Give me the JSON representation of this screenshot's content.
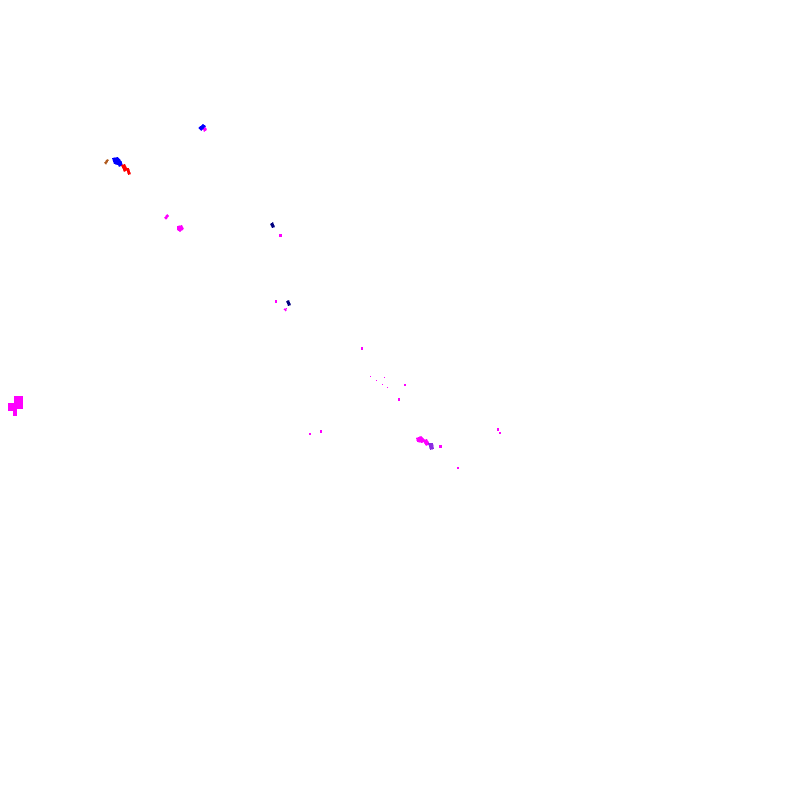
{
  "map": {
    "background": "#ffffff",
    "palette": {
      "magenta": "#ff00ff",
      "blue": "#0000ff",
      "dark_blue": "#000080",
      "red": "#ff0000",
      "brown": "#b05a1e",
      "purple": "#8a2be2"
    },
    "feature_groups": [
      {
        "name": "blue-red-cluster-north",
        "colors": [
          "blue",
          "red",
          "brown"
        ]
      },
      {
        "name": "blue-cluster-top",
        "colors": [
          "blue",
          "magenta"
        ]
      },
      {
        "name": "magenta-cluster-west",
        "colors": [
          "magenta"
        ]
      },
      {
        "name": "blue-magenta-cluster-center",
        "colors": [
          "dark_blue",
          "magenta"
        ]
      },
      {
        "name": "magenta-scatter-center",
        "colors": [
          "magenta"
        ]
      },
      {
        "name": "magenta-cluster-southeast",
        "colors": [
          "magenta",
          "purple"
        ]
      },
      {
        "name": "magenta-block-left-edge",
        "colors": [
          "magenta"
        ]
      }
    ]
  }
}
